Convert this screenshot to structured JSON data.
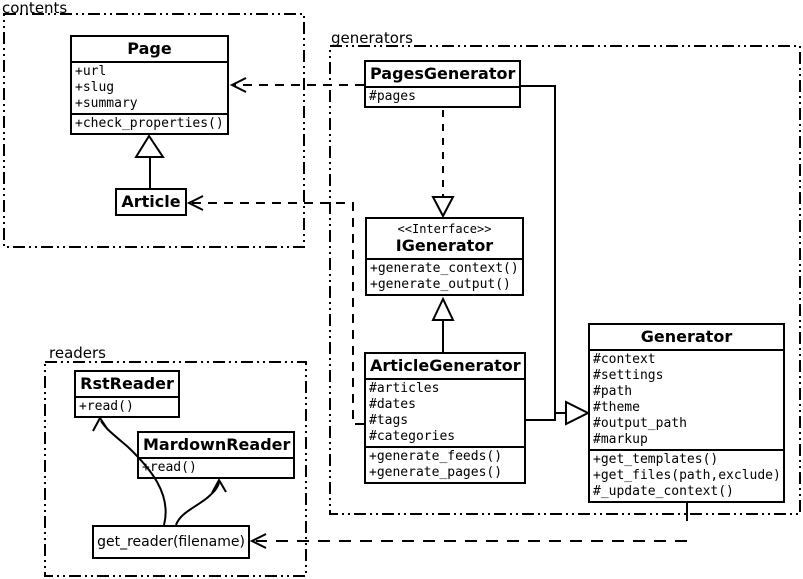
{
  "diagram": {
    "kind": "uml-class-diagram",
    "colors": {
      "line": "#000000",
      "background": "#ffffff",
      "box_fill": "#ffffff"
    },
    "packages": {
      "contents": {
        "label": "contents"
      },
      "generators": {
        "label": "generators"
      },
      "readers": {
        "label": "readers"
      }
    },
    "classes": {
      "page": {
        "name": "Page",
        "attributes": [
          "+url",
          "+slug",
          "+summary"
        ],
        "methods": [
          "+check_properties()"
        ]
      },
      "article": {
        "name": "Article"
      },
      "pages_generator": {
        "name": "PagesGenerator",
        "attributes": [
          "#pages"
        ]
      },
      "igenerator": {
        "stereotype": "<<Interface>>",
        "name": "IGenerator",
        "methods": [
          "+generate_context()",
          "+generate_output()"
        ]
      },
      "article_generator": {
        "name": "ArticleGenerator",
        "attributes": [
          "#articles",
          "#dates",
          "#tags",
          "#categories"
        ],
        "methods": [
          "+generate_feeds()",
          "+generate_pages()"
        ]
      },
      "generator": {
        "name": "Generator",
        "attributes": [
          "#context",
          "#settings",
          "#path",
          "#theme",
          "#output_path",
          "#markup"
        ],
        "methods": [
          "+get_templates()",
          "+get_files(path,exclude)",
          "#_update_context()"
        ]
      },
      "rst_reader": {
        "name": "RstReader",
        "methods": [
          "+read()"
        ]
      },
      "mardown_reader": {
        "name": "MardownReader",
        "methods": [
          "+read()"
        ]
      },
      "get_reader": {
        "label": "get_reader(filename)"
      }
    },
    "relations": [
      {
        "from": "Article",
        "to": "Page",
        "type": "generalization"
      },
      {
        "from": "PagesGenerator",
        "to": "Page",
        "type": "dependency"
      },
      {
        "from": "ArticleGenerator",
        "to": "Article",
        "type": "dependency"
      },
      {
        "from": "PagesGenerator",
        "to": "IGenerator",
        "type": "realization"
      },
      {
        "from": "ArticleGenerator",
        "to": "IGenerator",
        "type": "generalization"
      },
      {
        "from": "PagesGenerator",
        "to": "Generator",
        "type": "generalization"
      },
      {
        "from": "ArticleGenerator",
        "to": "Generator",
        "type": "generalization"
      },
      {
        "from": "Generator",
        "to": "get_reader(filename)",
        "type": "dependency"
      },
      {
        "from": "get_reader(filename)",
        "to": "RstReader",
        "type": "call"
      },
      {
        "from": "get_reader(filename)",
        "to": "MardownReader",
        "type": "call"
      }
    ]
  }
}
